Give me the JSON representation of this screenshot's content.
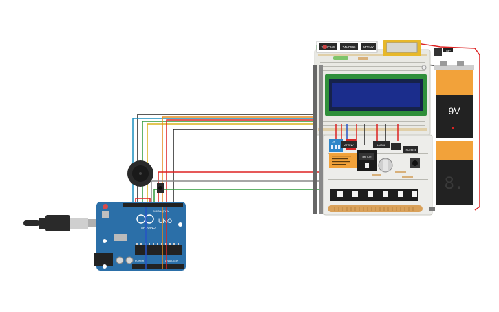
{
  "arduino": {
    "brand": "UNO",
    "logo_text": "ARDUINO",
    "digital_label": "DIGITAL (PWM~)",
    "power_label": "POWER",
    "analog_label": "ANALOG IN"
  },
  "chips_top": [
    "74HC165",
    "74HC595",
    "ATTINY"
  ],
  "lcd": {
    "text": ""
  },
  "battery": {
    "voltage": "9V"
  },
  "seven_segment": {
    "digit": "8."
  },
  "labels": {
    "attiny_chip": "ATTINY",
    "lm_chip": "LM358",
    "on_switch": "ON",
    "pcf_chip": "PCF8574",
    "motor_module": "MOTOR",
    "small_label": "TMP"
  },
  "colors": {
    "arduino_board": "#2b6fa8",
    "breadboard": "#e9e9e4",
    "lcd_bezel": "#2f8f3a",
    "lcd_screen": "#1b2d8c",
    "battery_top": "#f2a23a",
    "battery_body": "#222222",
    "neopixel_strip": "#1d1d1d",
    "flex_strip": "#d9a15a"
  }
}
